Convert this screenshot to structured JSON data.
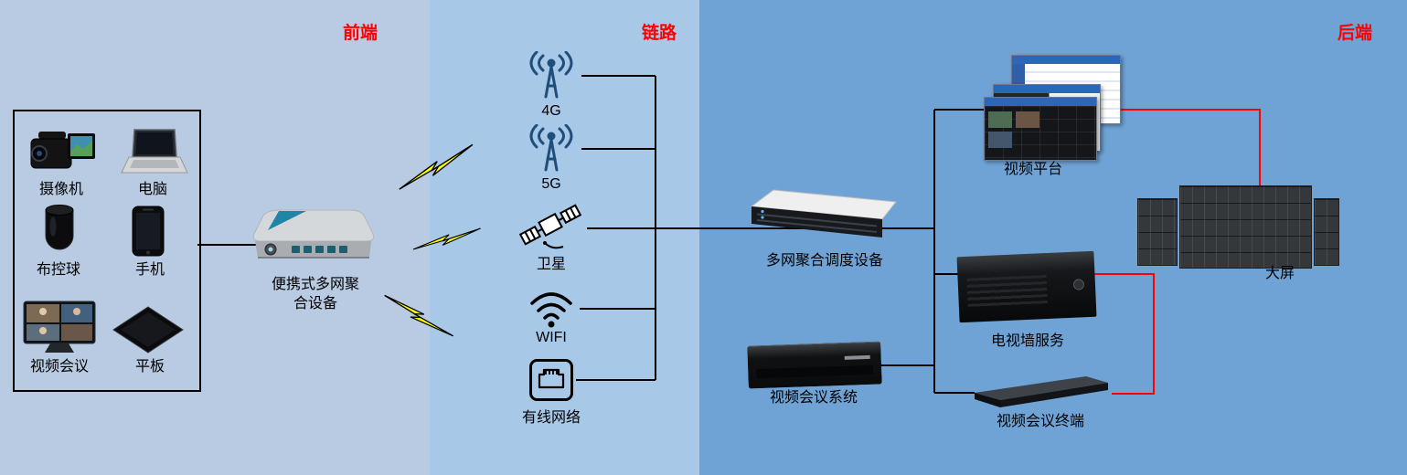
{
  "sections": {
    "front": {
      "label": "前端"
    },
    "link": {
      "label": "链路"
    },
    "back": {
      "label": "后端"
    }
  },
  "front": {
    "devices": [
      {
        "name": "camera",
        "label": "摄像机"
      },
      {
        "name": "laptop",
        "label": "电脑"
      },
      {
        "name": "surveillance-ball",
        "label": "布控球"
      },
      {
        "name": "phone",
        "label": "手机"
      },
      {
        "name": "video-conference",
        "label": "视频会议"
      },
      {
        "name": "tablet",
        "label": "平板"
      }
    ],
    "aggregator_label": "便携式多网聚合设备"
  },
  "link": {
    "channels": [
      {
        "name": "4g",
        "label": "4G"
      },
      {
        "name": "5g",
        "label": "5G"
      },
      {
        "name": "satellite",
        "label": "卫星"
      },
      {
        "name": "wifi",
        "label": "WIFI"
      },
      {
        "name": "wired",
        "label": "有线网络"
      }
    ]
  },
  "back": {
    "dispatcher_label": "多网聚合调度设备",
    "video_platform_label": "视频平台",
    "tv_wall_label": "电视墙服务",
    "conf_system_label": "视频会议系统",
    "conf_terminal_label": "视频会议终端",
    "big_screen_label": "大屏"
  },
  "colors": {
    "front_bg": "#b8cbe2",
    "link_bg": "#a8c8e8",
    "back_bg": "#6fa3d6",
    "section_label": "#ff0000",
    "connector": "#000000",
    "highlight_connector": "#ff0000",
    "lightning": "#ffff00",
    "antenna_blue": "#1e4e79"
  }
}
